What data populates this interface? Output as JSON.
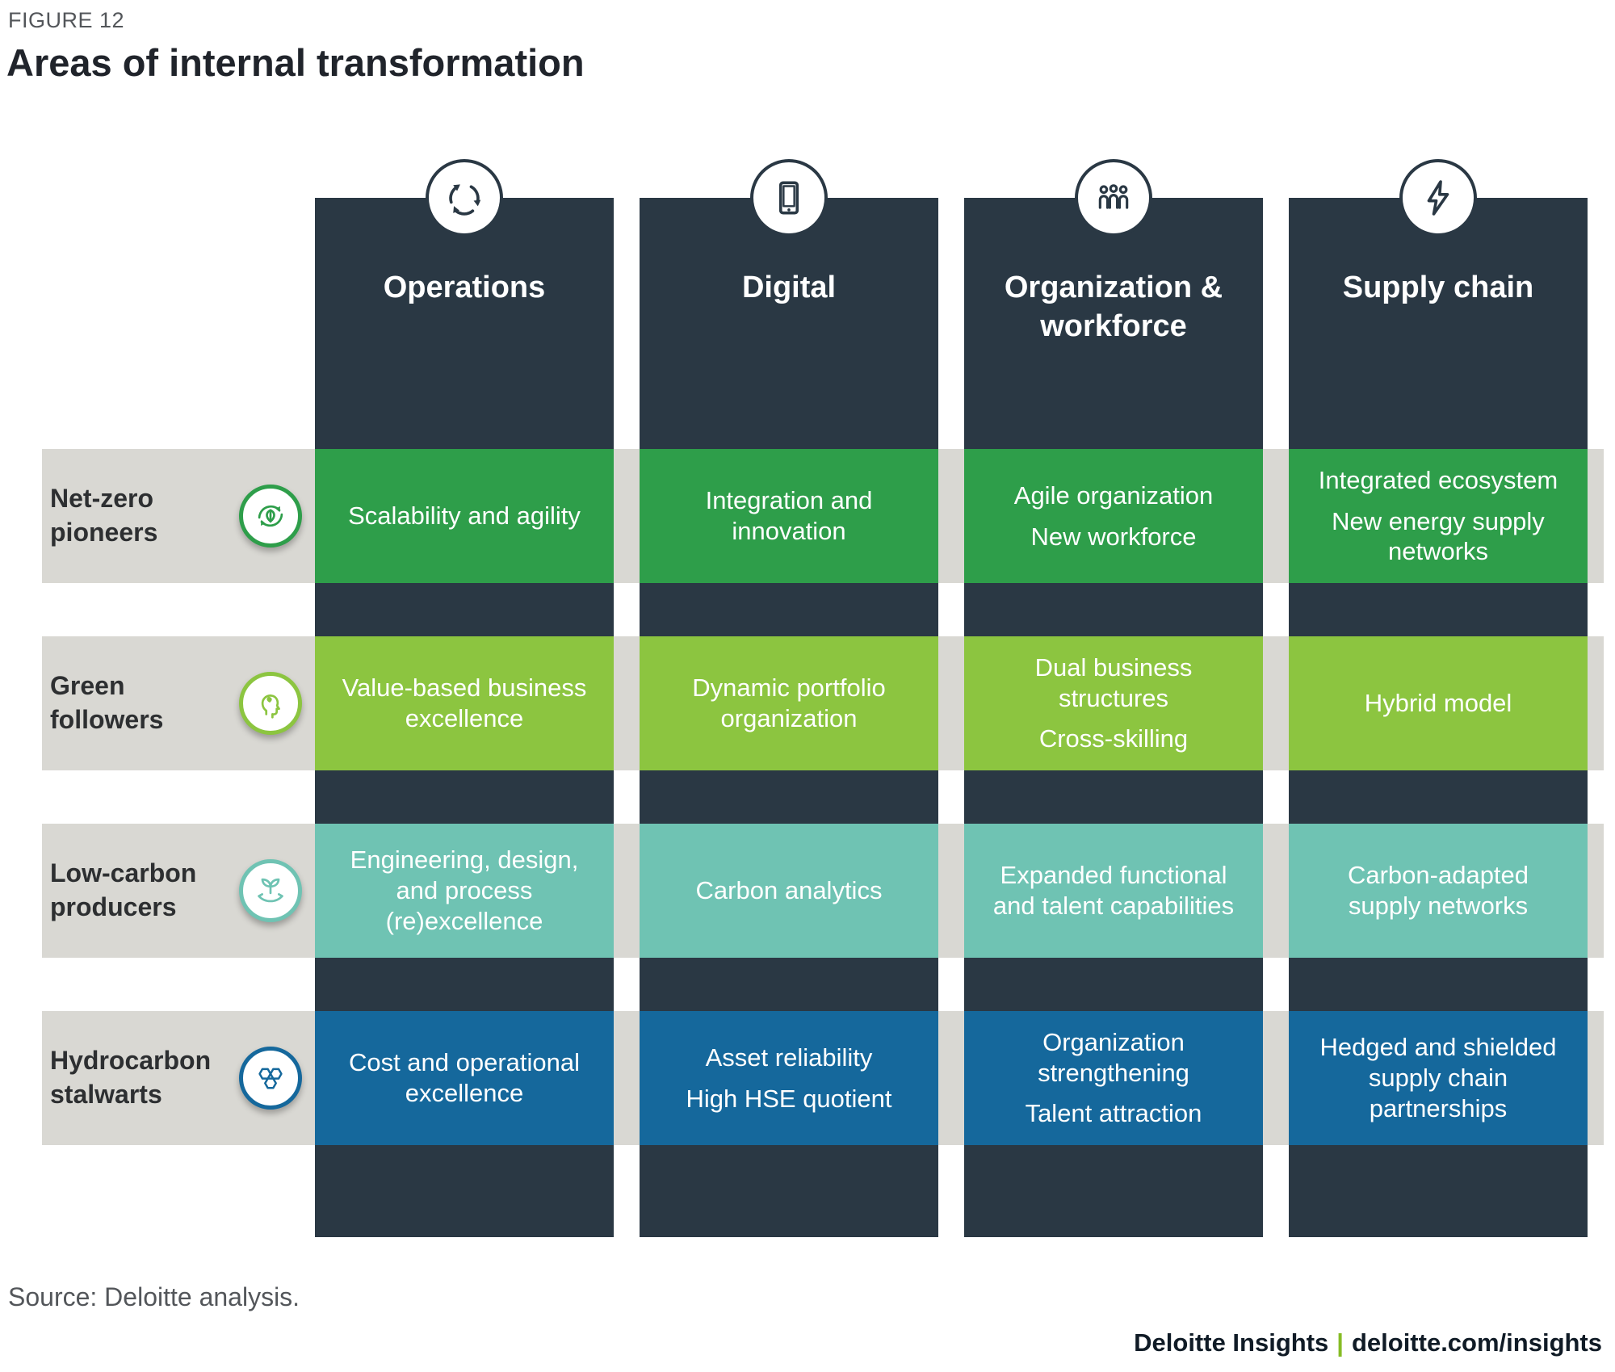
{
  "figure": {
    "label": "FIGURE 12",
    "title": "Areas of internal transformation"
  },
  "columns": [
    {
      "label": "Operations",
      "icon": "recycle-icon"
    },
    {
      "label": "Digital",
      "icon": "tablet-icon"
    },
    {
      "label": "Organization & workforce",
      "icon": "people-icon"
    },
    {
      "label": "Supply chain",
      "icon": "lightning-icon"
    }
  ],
  "rows": [
    {
      "label": "Net-zero pioneers",
      "icon": "eco-cycle-leaf-icon",
      "color": "#2e9e4a",
      "cells": [
        {
          "items": [
            "Scalability and agility"
          ]
        },
        {
          "items": [
            "Integration and innovation"
          ]
        },
        {
          "items": [
            "Agile organization",
            "New workforce"
          ]
        },
        {
          "items": [
            "Integrated ecosystem",
            "New energy supply networks"
          ]
        }
      ]
    },
    {
      "label": "Green followers",
      "icon": "head-leaf-icon",
      "color": "#8cc540",
      "cells": [
        {
          "items": [
            "Value-based business excellence"
          ]
        },
        {
          "items": [
            "Dynamic portfolio organization"
          ]
        },
        {
          "items": [
            "Dual business structures",
            "Cross-skilling"
          ]
        },
        {
          "items": [
            "Hybrid model"
          ]
        }
      ]
    },
    {
      "label": "Low-carbon producers",
      "icon": "sprout-hands-icon",
      "color": "#6fc3b3",
      "cells": [
        {
          "items": [
            "Engineering, design, and process (re)excellence"
          ]
        },
        {
          "items": [
            "Carbon analytics"
          ]
        },
        {
          "items": [
            "Expanded functional and talent capabilities"
          ]
        },
        {
          "items": [
            "Carbon-adapted supply networks"
          ]
        }
      ]
    },
    {
      "label": "Hydrocarbon stalwarts",
      "icon": "molecule-hexagons-icon",
      "color": "#15689c",
      "cells": [
        {
          "items": [
            "Cost and operational excellence"
          ]
        },
        {
          "items": [
            "Asset reliability",
            "High HSE quotient"
          ]
        },
        {
          "items": [
            "Organization strengthening",
            "Talent attraction"
          ]
        },
        {
          "items": [
            "Hedged and shielded supply chain partnerships"
          ]
        }
      ]
    }
  ],
  "footer": {
    "source": "Source: Deloitte analysis.",
    "brand": "Deloitte Insights",
    "separator": "|",
    "url": "deloitte.com/insights"
  },
  "colors": {
    "column_bg": "#2a3844",
    "band_bg": "#d9d8d3",
    "net_zero_green": "#2e9e4a",
    "follower_lime": "#8cc540",
    "low_carbon_teal": "#6fc3b3",
    "hydrocarbon_blue": "#15689c",
    "accent_green": "#86bc25",
    "cell_text": "#ffffff"
  }
}
